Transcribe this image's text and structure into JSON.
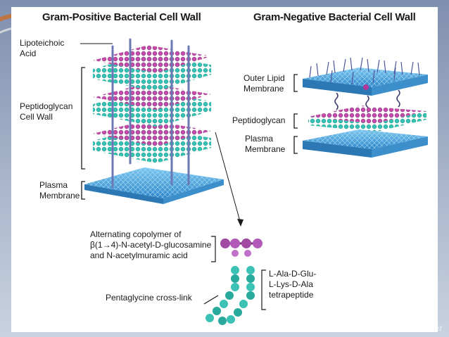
{
  "left": {
    "title": "Gram-Positive Bacterial Cell Wall",
    "lipoteichoic": [
      "Lipoteichoic",
      "Acid"
    ],
    "peptidoglycan": [
      "Peptidoglycan",
      "Cell Wall"
    ],
    "plasma": [
      "Plasma",
      "Membrane"
    ]
  },
  "right": {
    "title": "Gram-Negative Bacterial Cell Wall",
    "outer": [
      "Outer Lipid",
      "Membrane"
    ],
    "peptidoglycan": "Peptidoglycan",
    "plasma": [
      "Plasma",
      "Membrane"
    ]
  },
  "detail": {
    "copolymer": [
      "Alternating copolymer of",
      "β(1→4)-N-acetyl-D-glucosamine",
      "and N-acetylmuramic acid"
    ],
    "pentaglycine": "Pentaglycine cross-link",
    "tetrapeptide": [
      "L-Ala-D-Glu-",
      "L-Lys-D-Ala",
      "tetrapeptide"
    ]
  },
  "footer": "www.slideshare.net",
  "colors": {
    "magenta": "#b0399a",
    "teal": "#2bb5a6",
    "membrane": "#4aa3dc",
    "lipid_spike": "#5566aa"
  }
}
